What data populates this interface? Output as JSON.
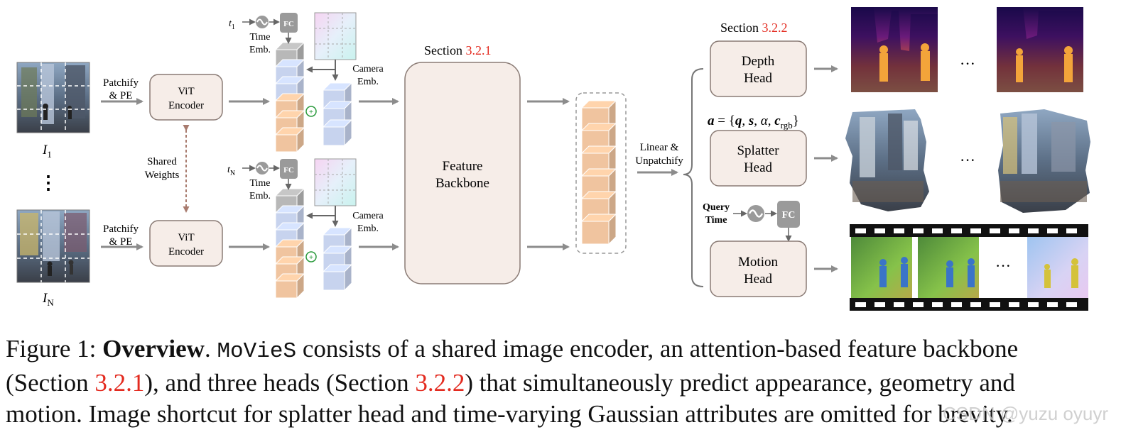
{
  "inputs": {
    "top_label": "I",
    "top_sub": "1",
    "bottom_label": "I",
    "bottom_sub": "N",
    "ellipsis": "⋮"
  },
  "patchify": {
    "line1": "Patchify",
    "line2": "& PE"
  },
  "encoder": {
    "line1": "ViT",
    "line2": "Encoder"
  },
  "shared_weights": {
    "line1": "Shared",
    "line2": "Weights"
  },
  "time_emb": {
    "t1_label": "t",
    "t1_sub": "1",
    "tN_label": "t",
    "tN_sub": "N",
    "line1": "Time",
    "line2": "Emb.",
    "fc": "FC"
  },
  "camera_emb": {
    "line1": "Camera",
    "line2": "Emb."
  },
  "backbone": {
    "section_prefix": "Section ",
    "section_ref": "3.2.1",
    "line1": "Feature",
    "line2": "Backbone"
  },
  "linear_unpatchify": {
    "line1": "Linear &",
    "line2": "Unpatchify"
  },
  "heads": {
    "section_prefix": "Section ",
    "section_ref": "3.2.2",
    "depth": {
      "line1": "Depth",
      "line2": "Head"
    },
    "splatter": {
      "line1": "Splatter",
      "line2": "Head"
    },
    "motion": {
      "line1": "Motion",
      "line2": "Head"
    },
    "gaussian_formula": "a = {q, s, α, c_rgb}",
    "query_time": {
      "line1": "Query",
      "line2": "Time"
    },
    "fc": "FC",
    "ellipsis": "···"
  },
  "caption": {
    "figure_label": "Figure 1: ",
    "overview": "Overview",
    "period": ". ",
    "method_name": "MoVieS",
    "line1_rest": " consists of a shared image encoder, an attention-based feature backbone",
    "line2_open": "(Section ",
    "ref1": "3.2.1",
    "line2_mid": "), and three heads (Section ",
    "ref2": "3.2.2",
    "line2_rest": ") that simultaneously predict appearance, geometry and",
    "line3": "motion. Image shortcut for splatter head and time-varying Gaussian attributes are omitted for brevity."
  },
  "watermark": "CSDN @yuzu oyuyr",
  "colors": {
    "box_fill": "#f6ede8",
    "box_stroke": "#8a7b75",
    "token_orange": "#f0c49f",
    "token_blue": "#c7d3ee",
    "token_gray": "#b8b8b8",
    "reference_red": "#e32a1f",
    "arrow": "#8c8c8c",
    "shared_dash": "#a87b6e",
    "plus_green": "#2a9a3c"
  }
}
